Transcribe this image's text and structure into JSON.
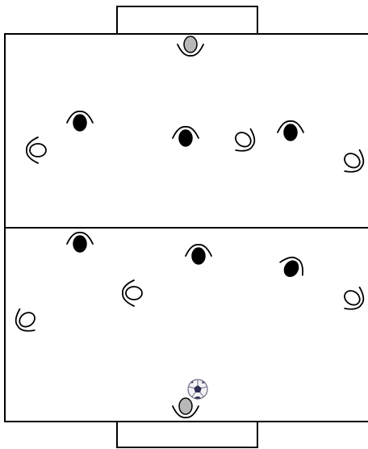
{
  "diagram": {
    "kind": "futsal tactical board",
    "colors": {
      "background": "#ffffff",
      "lines": "#000000",
      "team_filled": "#000000",
      "team_outline": "#000000",
      "goalkeeper": "#b8b8b8"
    },
    "players": [
      {
        "id": "gk-top",
        "team": "goalkeeper",
        "facing": "down"
      },
      {
        "id": "filled-1",
        "team": "filled",
        "facing": "up"
      },
      {
        "id": "filled-2",
        "team": "filled",
        "facing": "up"
      },
      {
        "id": "filled-3",
        "team": "filled",
        "facing": "up"
      },
      {
        "id": "filled-4",
        "team": "filled",
        "facing": "up"
      },
      {
        "id": "filled-5",
        "team": "filled",
        "facing": "up"
      },
      {
        "id": "filled-6",
        "team": "filled",
        "facing": "up-right"
      },
      {
        "id": "outline-1",
        "team": "outline",
        "facing": "left"
      },
      {
        "id": "outline-2",
        "team": "outline",
        "facing": "down-right"
      },
      {
        "id": "outline-3",
        "team": "outline",
        "facing": "down-right"
      },
      {
        "id": "outline-4",
        "team": "outline",
        "facing": "left"
      },
      {
        "id": "outline-5",
        "team": "outline",
        "facing": "down-left"
      },
      {
        "id": "outline-6",
        "team": "outline",
        "facing": "down-right"
      },
      {
        "id": "gk-bottom",
        "team": "goalkeeper",
        "facing": "down"
      }
    ],
    "ball": {
      "icon": "soccer-ball-icon"
    }
  }
}
